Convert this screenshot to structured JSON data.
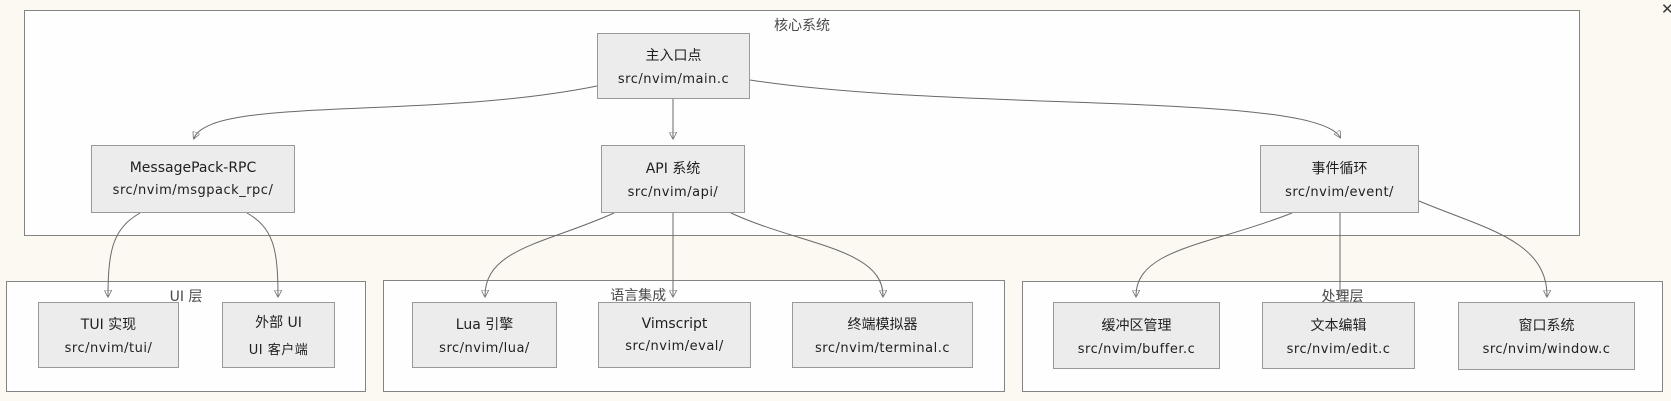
{
  "icons": {
    "close": "✕"
  },
  "groups": {
    "core": {
      "label": "核心系统"
    },
    "ui": {
      "label": "UI 层"
    },
    "lang": {
      "label": "语言集成"
    },
    "proc": {
      "label": "处理层"
    }
  },
  "nodes": {
    "main": {
      "title": "主入口点",
      "path": "src/nvim/main.c"
    },
    "msgpack": {
      "title": "MessagePack-RPC",
      "path": "src/nvim/msgpack_rpc/"
    },
    "api": {
      "title": "API 系统",
      "path": "src/nvim/api/"
    },
    "event": {
      "title": "事件循环",
      "path": "src/nvim/event/"
    },
    "tui": {
      "title": "TUI 实现",
      "path": "src/nvim/tui/"
    },
    "extui": {
      "title": "外部 UI",
      "path": "UI 客户端"
    },
    "lua": {
      "title": "Lua 引擎",
      "path": "src/nvim/lua/"
    },
    "vimscript": {
      "title": "Vimscript",
      "path": "src/nvim/eval/"
    },
    "terminal": {
      "title": "终端模拟器",
      "path": "src/nvim/terminal.c"
    },
    "buffer": {
      "title": "缓冲区管理",
      "path": "src/nvim/buffer.c"
    },
    "edit": {
      "title": "文本编辑",
      "path": "src/nvim/edit.c"
    },
    "window": {
      "title": "窗口系统",
      "path": "src/nvim/window.c"
    }
  },
  "edges": [
    {
      "from": "main",
      "to": "msgpack"
    },
    {
      "from": "main",
      "to": "api"
    },
    {
      "from": "main",
      "to": "event"
    },
    {
      "from": "msgpack",
      "to": "tui"
    },
    {
      "from": "msgpack",
      "to": "extui"
    },
    {
      "from": "api",
      "to": "lua"
    },
    {
      "from": "api",
      "to": "vimscript"
    },
    {
      "from": "api",
      "to": "terminal"
    },
    {
      "from": "event",
      "to": "buffer"
    },
    {
      "from": "event",
      "to": "edit"
    },
    {
      "from": "event",
      "to": "window"
    }
  ],
  "colors": {
    "background": "#fbf9f2",
    "container_fill": "#fefefe",
    "container_border": "#848484",
    "node_fill": "#ececec",
    "node_border": "#999999",
    "edge": "#696969",
    "text": "#1f1f1f"
  }
}
